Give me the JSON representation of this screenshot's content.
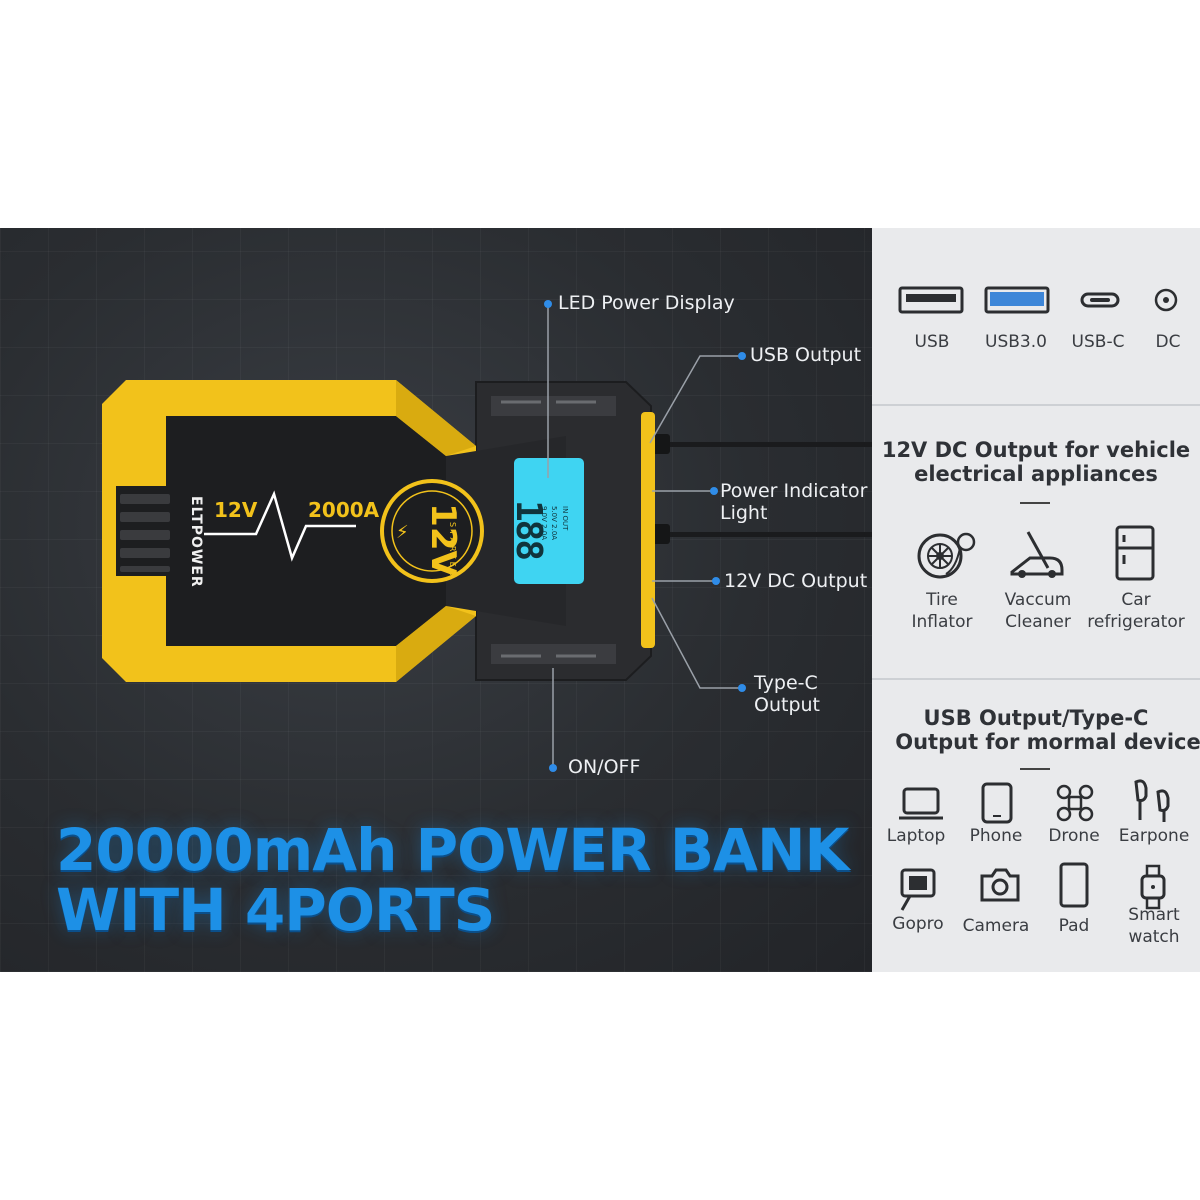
{
  "product": {
    "brand": "ELTPOWER",
    "voltage_label": "12V",
    "current_label": "2000A",
    "badge_voltage": "12V",
    "badge_text": "STARTER",
    "lcd_digits": "188",
    "lcd_in_out": "IN OUT",
    "lcd_line1": "5.0V 2.0A",
    "lcd_line2": "9.0V 2.0A"
  },
  "callouts": {
    "led_display": "LED Power Display",
    "usb_output": "USB Output",
    "power_indicator_1": "Power Indicator",
    "power_indicator_2": "Light",
    "dc_output": "12V DC Output",
    "typec_1": "Type-C",
    "typec_2": "Output",
    "on_off": "ON/OFF"
  },
  "headline": {
    "line1": "20000mAh POWER BANK",
    "line2": "WITH 4PORTS"
  },
  "ports": [
    {
      "label": "USB",
      "icon": "usb-port-icon"
    },
    {
      "label": "USB3.0",
      "icon": "usb3-port-icon"
    },
    {
      "label": "USB-C",
      "icon": "usb-c-port-icon"
    },
    {
      "label": "DC",
      "icon": "dc-port-icon"
    }
  ],
  "dc_section": {
    "title_line1": "12V DC Output for vehicle",
    "title_line2": "electrical appliances",
    "devices": [
      {
        "label_1": "Tire",
        "label_2": "Inflator",
        "icon": "tire-inflator-icon"
      },
      {
        "label_1": "Vaccum",
        "label_2": "Cleaner",
        "icon": "vacuum-cleaner-icon"
      },
      {
        "label_1": "Car",
        "label_2": "refrigerator",
        "icon": "car-refrigerator-icon"
      }
    ]
  },
  "usb_section": {
    "title_line1": "USB  Output/Type-C",
    "title_line2": "Output for mormal device",
    "devices": [
      {
        "label": "Laptop",
        "icon": "laptop-icon"
      },
      {
        "label": "Phone",
        "icon": "phone-icon"
      },
      {
        "label": "Drone",
        "icon": "drone-icon"
      },
      {
        "label": "Earpone",
        "icon": "earphone-icon"
      },
      {
        "label": "Gopro",
        "icon": "gopro-icon"
      },
      {
        "label": "Camera",
        "icon": "camera-icon"
      },
      {
        "label": "Pad",
        "icon": "tablet-icon"
      },
      {
        "label_1": "Smart",
        "label_2": "watch",
        "icon": "smartwatch-icon"
      }
    ]
  },
  "colors": {
    "accent_yellow": "#f2c21b",
    "accent_blue": "#1d90e6",
    "lcd_cyan": "#3fd4f2",
    "dark_bg": "#2a2d31",
    "light_bg": "#e9eaec"
  }
}
